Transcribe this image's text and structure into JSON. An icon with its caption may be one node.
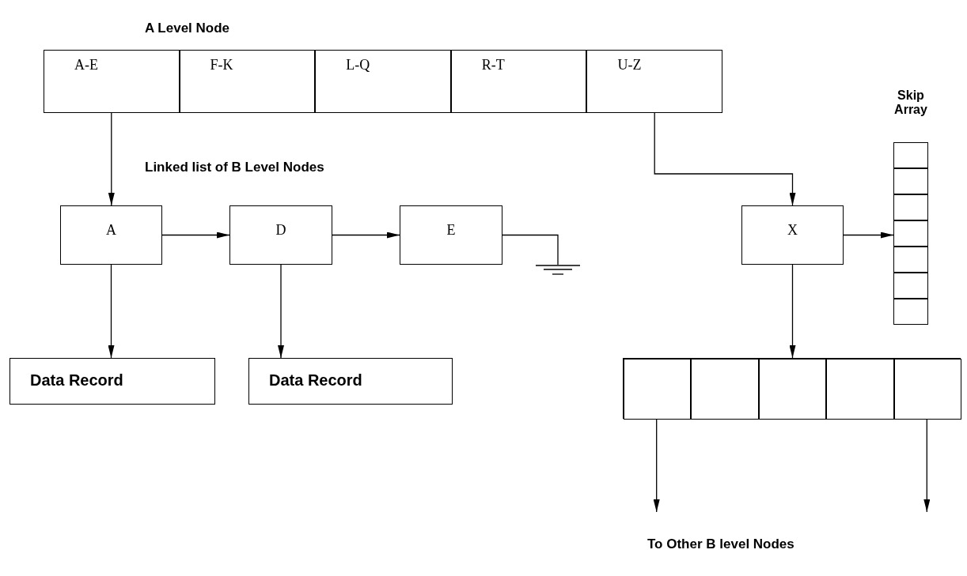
{
  "diagram": {
    "nodes": [
      {
        "text": [
          "A Level Node"
        ]
      },
      {
        "text": [
          "A-E"
        ],
        "in": 0
      },
      {
        "text": [
          "F-K"
        ],
        "in": 0
      },
      {
        "text": [
          "L-Q"
        ],
        "in": 0
      },
      {
        "text": [
          "R-T"
        ],
        "in": 0
      },
      {
        "text": [
          "U-Z"
        ],
        "in": 0
      },
      {
        "text": [
          "A"
        ]
      },
      {
        "text": [
          "D"
        ]
      },
      {
        "text": [
          "E"
        ]
      },
      {
        "text": [
          "X"
        ]
      },
      {
        "text": [],
        "shape": "ground"
      },
      {
        "text": [
          "Skip Array"
        ]
      },
      {
        "text": [],
        "shape": "box",
        "in": 11
      },
      {
        "text": [],
        "shape": "box",
        "in": 11
      },
      {
        "text": [],
        "shape": "box",
        "in": 11
      },
      {
        "text": [],
        "shape": "box",
        "in": 11
      },
      {
        "text": [],
        "shape": "box",
        "in": 11
      },
      {
        "text": [],
        "shape": "box",
        "in": 11
      },
      {
        "text": [],
        "shape": "box",
        "in": 11
      },
      {
        "text": [
          "Data Record"
        ]
      },
      {
        "text": [
          "Data Record"
        ]
      },
      {
        "text": [],
        "shape": "box"
      },
      {
        "text": [],
        "shape": "box",
        "in": 21
      },
      {
        "text": [],
        "shape": "box",
        "in": 21
      },
      {
        "text": [],
        "shape": "box",
        "in": 21
      },
      {
        "text": [],
        "shape": "box",
        "in": 21
      },
      {
        "text": [],
        "shape": "box",
        "in": 21
      }
    ],
    "edges": [
      {
        "from": 1,
        "to": 6,
        "arrow": "to"
      },
      {
        "from": 6,
        "to": 7,
        "arrow": "to"
      },
      {
        "from": 7,
        "to": 8,
        "arrow": "to"
      },
      {
        "from": 8,
        "to": 10,
        "arrow": "none"
      },
      {
        "from": 5,
        "to": 9,
        "arrow": "to"
      },
      {
        "from": 9,
        "to": 11,
        "arrow": "to"
      },
      {
        "from": 9,
        "to": 21,
        "arrow": "to"
      },
      {
        "from": 6,
        "to": 19,
        "arrow": "to"
      },
      {
        "from": 7,
        "to": 20,
        "arrow": "to"
      },
      {
        "from": 22,
        "to": null,
        "arrow": "to"
      },
      {
        "from": 26,
        "to": null,
        "arrow": "to"
      }
    ],
    "labels": [
      "Linked list of B Level Nodes",
      "To Other B level Nodes"
    ]
  }
}
